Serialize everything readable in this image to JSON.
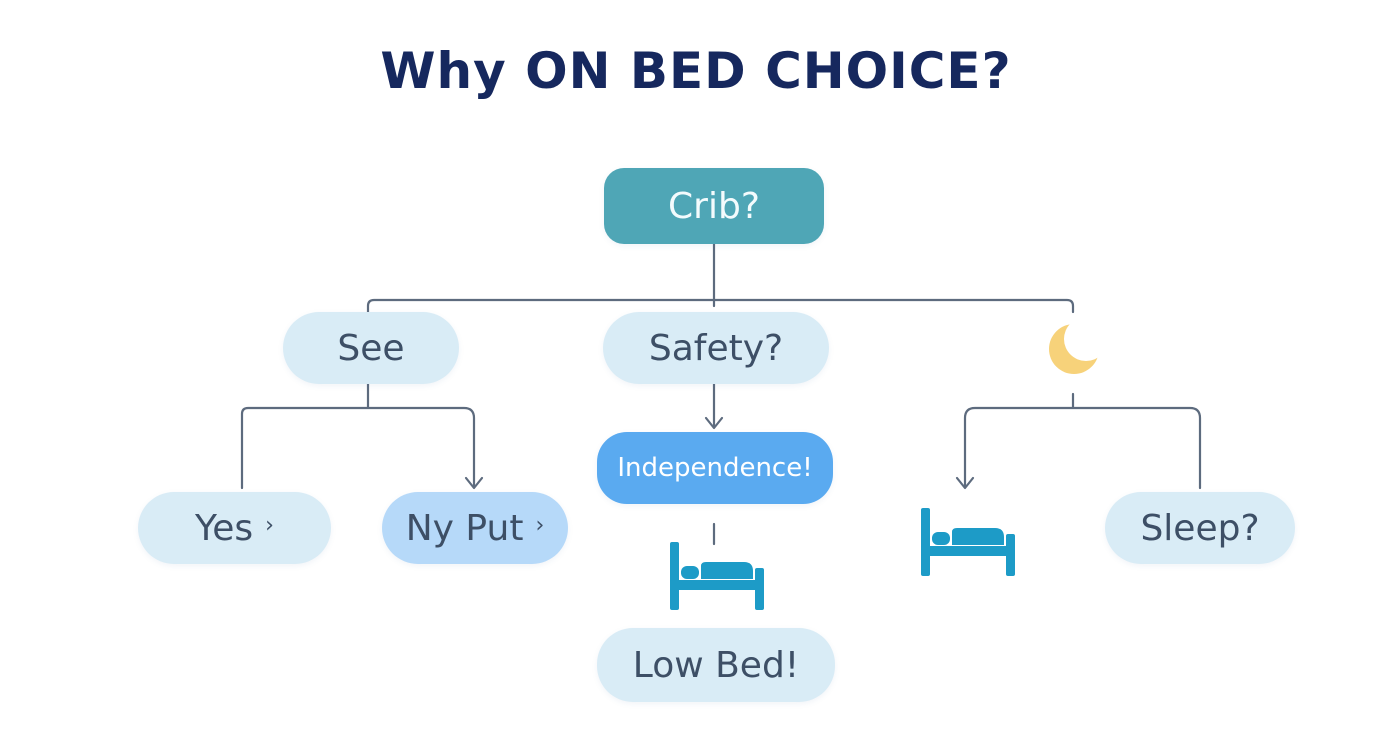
{
  "title": "Why ON BED CHOICE?",
  "nodes": {
    "root": "Crib?",
    "see": "See",
    "safety": "Safety?",
    "independence": "Independence!",
    "yes": "Yes",
    "ny_put": "Ny Put",
    "sleep": "Sleep?",
    "low_bed": "Low Bed!"
  },
  "chevron": "›",
  "icons": [
    "moon-icon",
    "bed-icon",
    "bed-icon"
  ],
  "colors": {
    "title": "#16285e",
    "root_fill": "#4fa6b6",
    "light_fill": "#d9ecf6",
    "highlight_fill": "#5aaaf0",
    "soft_blue_fill": "#b6d9f9",
    "connector": "#5d6b7e",
    "bed_icon": "#1d9bc7",
    "moon_icon": "#f7d27a"
  }
}
